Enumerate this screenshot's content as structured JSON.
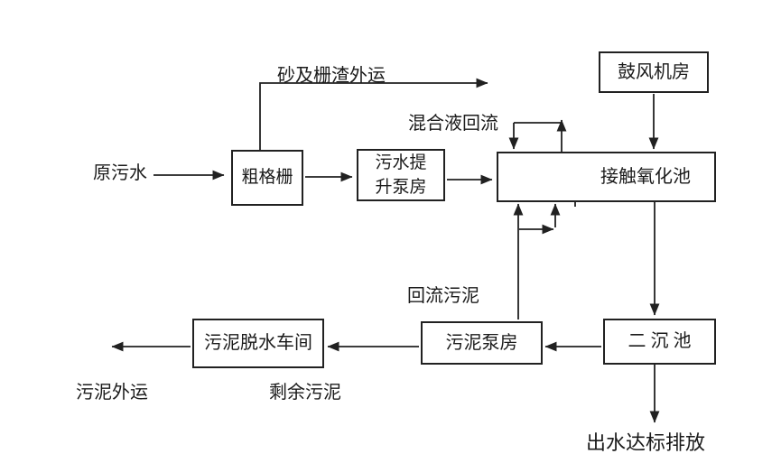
{
  "nodes": {
    "coarse_screen": {
      "label": "粗格栅"
    },
    "lift_pump": {
      "line1": "污水提",
      "line2": "升泵房"
    },
    "blower_room": {
      "label": "鼓风机房"
    },
    "contact_oxidation": {
      "label": "接触氧化池"
    },
    "secondary_clarifier": {
      "label": "二 沉 池"
    },
    "sludge_pump": {
      "label": "污泥泵房"
    },
    "sludge_dewatering": {
      "label": "污泥脱水车间"
    }
  },
  "labels": {
    "raw_sewage": "原污水",
    "grit_screenings_transport": "砂及栅渣外运",
    "mixed_liquor_return": "混合液回流",
    "return_sludge": "回流污泥",
    "sludge_transport": "污泥外运",
    "excess_sludge": "剩余污泥",
    "effluent_discharge": "出水达标排放"
  },
  "colors": {
    "line": "#212121",
    "text": "#1b1b1b",
    "background": "#ffffff"
  }
}
